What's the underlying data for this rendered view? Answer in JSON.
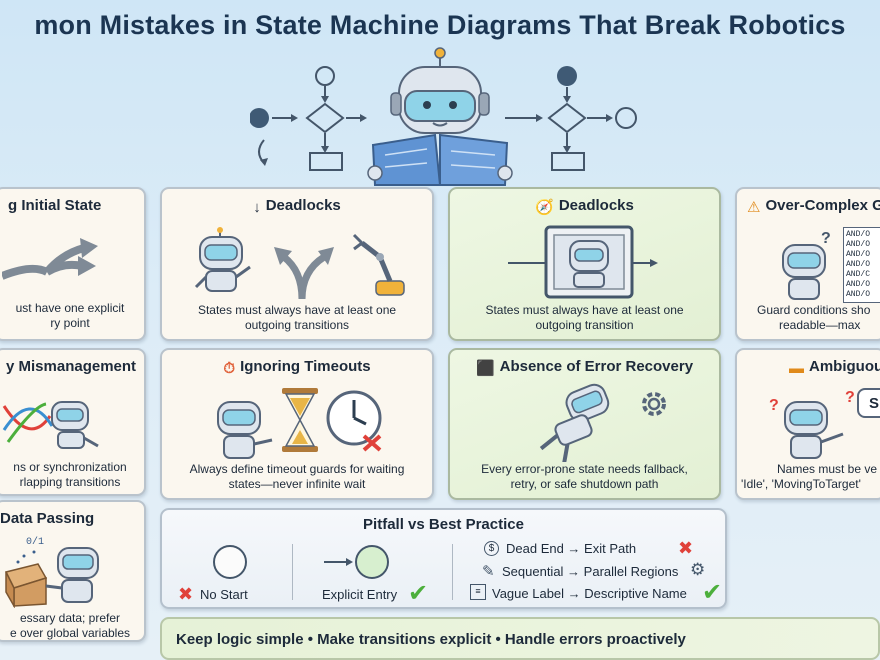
{
  "header": {
    "title": "mon Mistakes in State Machine Diagrams That Break Robotics"
  },
  "cards": {
    "initial_state": {
      "title": "g Initial State",
      "line1": "ust have one explicit",
      "line2": "ry point"
    },
    "deadlocks_1": {
      "title": "Deadlocks",
      "line1": "States must always have at least one",
      "line2": "outgoing transitions"
    },
    "deadlocks_2": {
      "title": "Deadlocks",
      "line1": "States must always have at least one",
      "line2": "outgoing transition"
    },
    "over_complex": {
      "title": "Over-Complex G",
      "line1": "Guard conditions sho",
      "line2": "readable—max"
    },
    "mismanagement": {
      "title": "y Mismanagement",
      "line1": "ns or synchronization",
      "line2": "rlapping transitions"
    },
    "timeouts": {
      "title": "Ignoring Timeouts",
      "line1": "Always define timeout guards for waiting",
      "line2": "states—never infinite wait"
    },
    "error_recovery": {
      "title": "Absence of Error Recovery",
      "line1": "Every error-prone state needs fallback,",
      "line2": "retry, or safe shutdown path"
    },
    "ambiguous": {
      "title": "Ambiguou",
      "line1": "Names must be ve",
      "line2": "'Idle', 'MovingToTarget'"
    },
    "data_passing": {
      "title": "Data Passing",
      "line1": "essary data; prefer",
      "line2": "e over global variables",
      "box_label": "0/1"
    }
  },
  "guard_text": [
    "AND/O",
    "AND/O",
    "AND/O",
    "AND/O",
    "AND/C",
    "AND/O",
    "AND/O"
  ],
  "speech_text": "S",
  "pitfall": {
    "title": "Pitfall vs Best Practice",
    "no_start": "No Start",
    "explicit_entry": "Explicit Entry",
    "rows": [
      {
        "text": "Dead End → Exit Path",
        "icon": "dollar-coin-icon"
      },
      {
        "text": "Sequential → Parallel Regions",
        "icon": "pencil-icon"
      },
      {
        "text": "Vague Label → Descriptive Name",
        "icon": "document-icon"
      }
    ]
  },
  "footer": {
    "text": "Keep logic simple • Make transitions explicit • Handle errors proactively"
  },
  "colors": {
    "cross": "#e0413a",
    "check": "#4caf3c",
    "robot_body": "#dfe6ee",
    "visor": "#8fd3e8",
    "blueprint": "#5f93d3"
  }
}
